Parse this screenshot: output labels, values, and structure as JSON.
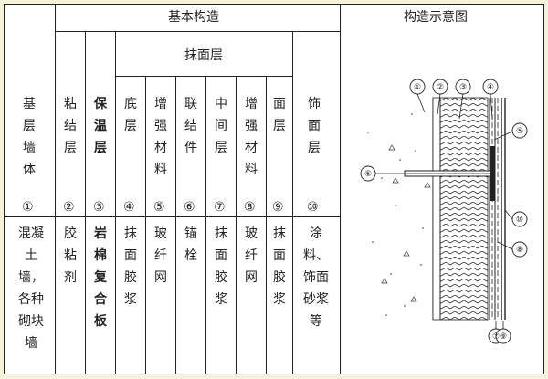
{
  "header": {
    "basic_structure": "基本构造",
    "diagram_title": "构造示意图",
    "plaster_layer": "抹面层"
  },
  "columns": [
    {
      "name": "基层墙体",
      "num": "①",
      "material": "混凝土墙，各种砌块墙"
    },
    {
      "name": "粘结层",
      "num": "②",
      "material": "胶粘剂"
    },
    {
      "name": "保温层",
      "num": "③",
      "material": "岩棉复合板"
    },
    {
      "name": "底层",
      "num": "④",
      "material": "抹面胶浆"
    },
    {
      "name": "增强材料",
      "num": "⑤",
      "material": "玻纤网"
    },
    {
      "name": "联结件",
      "num": "⑥",
      "material": "锚栓"
    },
    {
      "name": "中间层",
      "num": "⑦",
      "material": "抹面胶浆"
    },
    {
      "name": "增强材料",
      "num": "⑧",
      "material": "玻纤网"
    },
    {
      "name": "面层",
      "num": "⑨",
      "material": "抹面胶浆"
    },
    {
      "name": "饰面层",
      "num": "⑩",
      "material": "涂料、饰面砂浆等"
    }
  ],
  "diagram_labels": {
    "l1": "①",
    "l2": "②",
    "l3": "③",
    "l4": "④",
    "l5": "⑤",
    "l6": "⑥",
    "l7": "⑦",
    "l8": "⑧",
    "l9": "⑨",
    "l10": "⑩"
  },
  "colors": {
    "background": "#f6f3dc",
    "line": "#222222"
  }
}
